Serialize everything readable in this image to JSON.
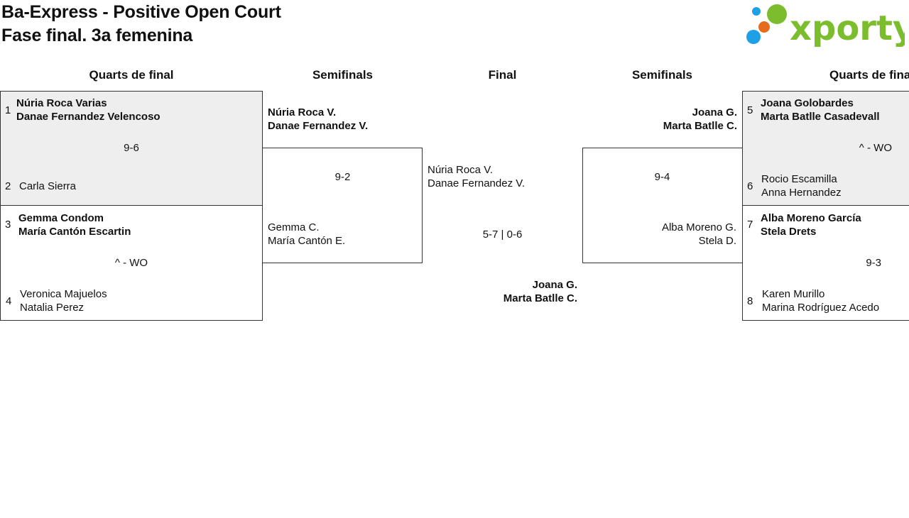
{
  "header": {
    "title": "Ba-Express - Positive Open Court",
    "subtitle": "Fase final. 3a femenina",
    "logo_text": "xporty"
  },
  "colors": {
    "logo_green": "#7cbd2e",
    "logo_blue": "#1ea0e6",
    "logo_orange": "#e56c1a",
    "winner_bg": "#eeeeee"
  },
  "columns": {
    "qf_left": "Quarts de final",
    "sf_left": "Semifinals",
    "final": "Final",
    "sf_right": "Semifinals",
    "qf_right": "Quarts de fina"
  },
  "qf_left": [
    {
      "seed_a": "1",
      "team_a": [
        "Núria Roca Varias",
        "Danae Fernandez Velencoso"
      ],
      "score": "9-6",
      "seed_b": "2",
      "team_b": [
        "Carla Sierra"
      ]
    },
    {
      "seed_a": "3",
      "team_a": [
        "Gemma Condom",
        "María Cantón Escartin"
      ],
      "score": "^ - WO",
      "seed_b": "4",
      "team_b": [
        "Veronica Majuelos",
        "Natalia Perez"
      ]
    }
  ],
  "sf_left": {
    "team_a": [
      "Núria Roca V.",
      "Danae Fernandez V."
    ],
    "score": "9-2",
    "team_b": [
      "Gemma C.",
      "María Cantón E."
    ]
  },
  "final": {
    "team_left": [
      "Núria Roca V.",
      "Danae Fernandez V."
    ],
    "score": "5-7 | 0-6",
    "winner": [
      "Joana G.",
      "Marta Batlle C."
    ]
  },
  "sf_right": {
    "team_a": [
      "Joana G.",
      "Marta Batlle C."
    ],
    "score": "9-4",
    "team_b": [
      "Alba Moreno G.",
      "Stela D."
    ]
  },
  "qf_right": [
    {
      "seed_a": "5",
      "team_a": [
        "Joana Golobardes",
        "Marta Batlle Casadevall"
      ],
      "score": "^ - WO",
      "seed_b": "6",
      "team_b": [
        "Rocio Escamilla",
        "Anna Hernandez"
      ]
    },
    {
      "seed_a": "7",
      "team_a": [
        "Alba Moreno García",
        "Stela Drets"
      ],
      "score": "9-3",
      "seed_b": "8",
      "team_b": [
        "Karen Murillo",
        "Marina Rodríguez Acedo"
      ]
    }
  ]
}
